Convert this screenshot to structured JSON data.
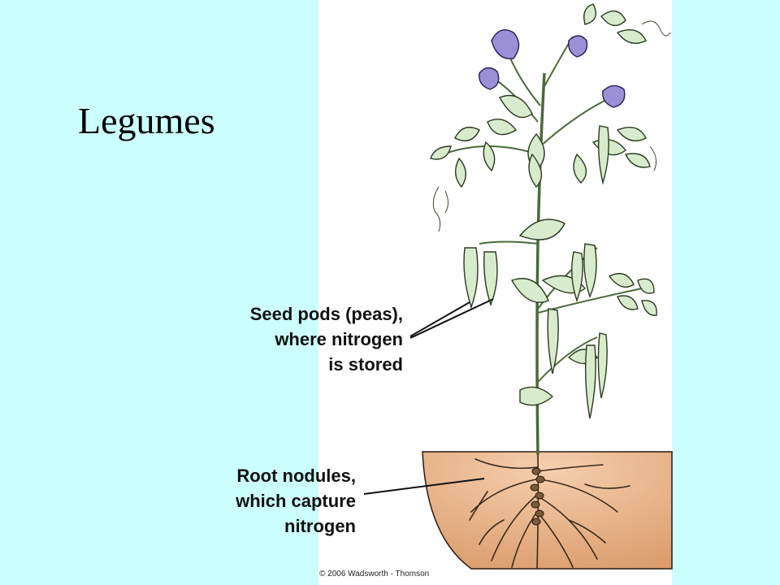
{
  "slide": {
    "title": "Legumes"
  },
  "labels": {
    "seed_pods": [
      "Seed pods (peas),",
      "where nitrogen",
      "is stored"
    ],
    "root_nodules": [
      "Root nodules,",
      "which capture",
      "nitrogen"
    ]
  },
  "footer": {
    "copyright": "© 2006 Wadsworth - Thomson"
  },
  "colors": {
    "background": "#ccffff",
    "leaf": "#d8ebcc",
    "flower": "#9b8fd8",
    "soil": "#e8b48a",
    "stem": "#4a6a3a"
  }
}
